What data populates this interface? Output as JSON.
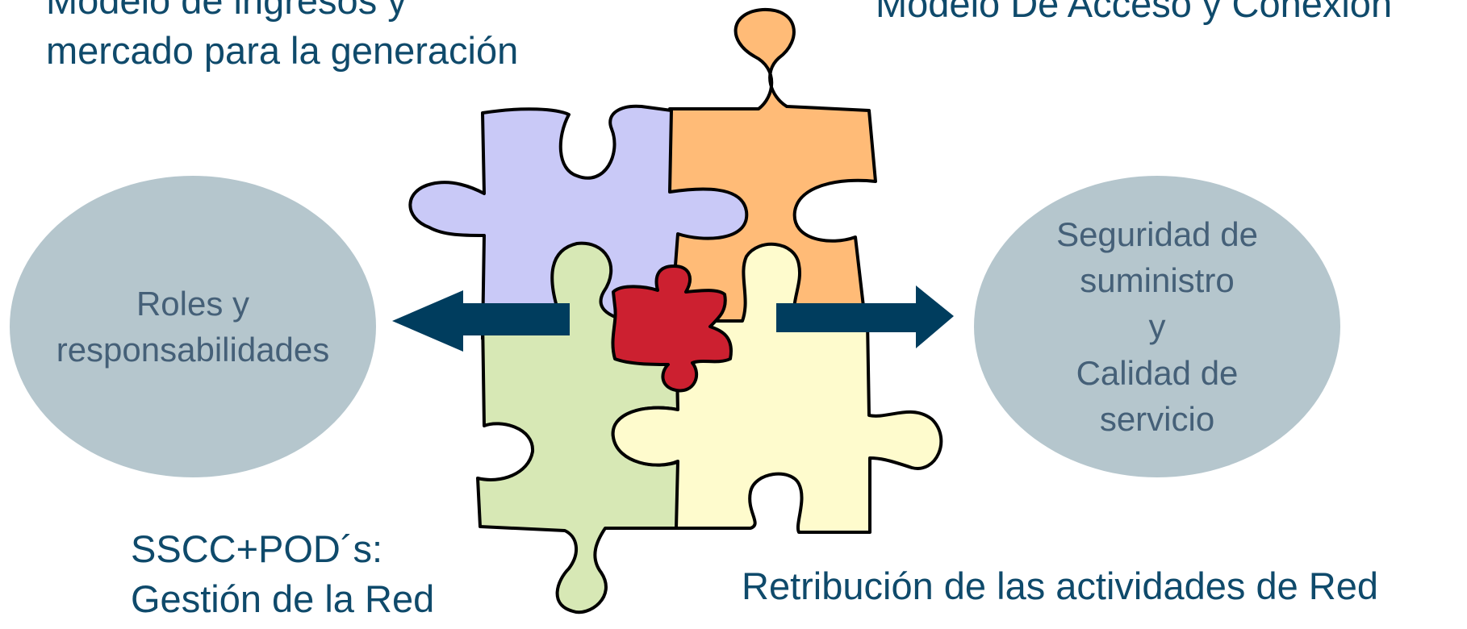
{
  "captions": {
    "top_left": [
      "Modelo de ingresos y",
      "mercado para la generación"
    ],
    "top_right": "Modelo De Acceso y Conexión",
    "bottom_left": [
      "SSCC+POD´s:",
      "Gestión de la Red"
    ],
    "bottom_right": "Retribución de las actividades de Red"
  },
  "bubbles": {
    "left": [
      "Roles y",
      "responsabilidades"
    ],
    "right": [
      "Seguridad de",
      "suministro",
      "y",
      "Calidad de",
      "servicio"
    ]
  },
  "colors": {
    "caption_text": "#0f4a6b",
    "bubble_fill": "#b5c6cd",
    "bubble_text": "#456078",
    "arrow": "#003d5e",
    "piece_lavender": "#c9c9f7",
    "piece_orange": "#ffbb77",
    "piece_green": "#d7e8b5",
    "piece_yellow": "#fefbcd",
    "piece_red": "#cc2030"
  },
  "icons": {
    "arrow_left": "arrow-left-icon",
    "arrow_right": "arrow-right-icon",
    "puzzle": "puzzle-pieces"
  }
}
